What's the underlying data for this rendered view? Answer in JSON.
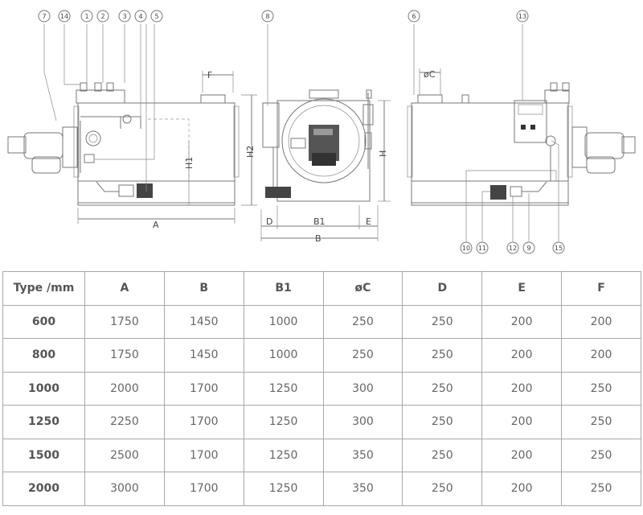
{
  "drawing": {
    "dimension_labels": {
      "F": "F",
      "H2": "H2",
      "H1": "H1",
      "A": "A",
      "D": "D",
      "B1": "B1",
      "E": "E",
      "B": "B",
      "H": "H",
      "phiC": "øC"
    },
    "callouts": {
      "c7": "7",
      "c14": "14",
      "c1": "1",
      "c2": "2",
      "c3": "3",
      "c4": "4",
      "c5": "5",
      "c8": "8",
      "c6": "6",
      "c13": "13",
      "c10": "10",
      "c11": "11",
      "c12": "12",
      "c9": "9",
      "c15": "15"
    },
    "colors": {
      "boiler_body": "#c8c8f0",
      "panel": "#cfe8c8",
      "line": "#777777"
    }
  },
  "table": {
    "headers": [
      "Type /mm",
      "A",
      "B",
      "B1",
      "øC",
      "D",
      "E",
      "F"
    ],
    "rows": [
      [
        "600",
        "1750",
        "1450",
        "1000",
        "250",
        "250",
        "200",
        "200"
      ],
      [
        "800",
        "1750",
        "1450",
        "1000",
        "250",
        "250",
        "200",
        "200"
      ],
      [
        "1000",
        "2000",
        "1700",
        "1250",
        "300",
        "250",
        "200",
        "250"
      ],
      [
        "1250",
        "2250",
        "1700",
        "1250",
        "300",
        "250",
        "200",
        "250"
      ],
      [
        "1500",
        "2500",
        "1700",
        "1250",
        "350",
        "250",
        "200",
        "250"
      ],
      [
        "2000",
        "3000",
        "1700",
        "1250",
        "350",
        "250",
        "200",
        "250"
      ]
    ]
  }
}
